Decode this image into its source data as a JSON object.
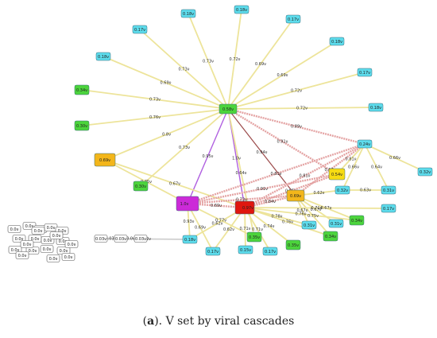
{
  "caption": {
    "prefix": "(",
    "letter": "a",
    "rest": "). V set by viral cascades"
  },
  "colors": {
    "cyan": "#5ddcec",
    "green": "#4cd43c",
    "orange": "#f3b61a",
    "yellow": "#f7dc12",
    "magenta": "#cc2ad8",
    "red": "#e0170f",
    "white": "#ffffff",
    "edge_yellow": "#ede49a",
    "edge_red": "#e4a3a3",
    "edge_dark": "#9b4a4a",
    "edge_purple": "#b060e0",
    "edge_gray": "#cfcfcf"
  },
  "nodes": [
    {
      "id": "hub",
      "label": "0.58ν",
      "color": "green"
    },
    {
      "id": "red",
      "label": "0.97ν",
      "color": "red"
    },
    {
      "id": "mag",
      "label": "1.0ν",
      "color": "magenta"
    },
    {
      "id": "or1",
      "label": "0.69ν",
      "color": "orange"
    },
    {
      "id": "or2",
      "label": "0.69ν",
      "color": "orange"
    },
    {
      "id": "ye1",
      "label": "0.54ν",
      "color": "yellow"
    },
    {
      "id": "c1",
      "label": "0.18ν",
      "color": "cyan"
    },
    {
      "id": "c2",
      "label": "0.18ν",
      "color": "cyan"
    },
    {
      "id": "c3",
      "label": "0.17ν",
      "color": "cyan"
    },
    {
      "id": "c4",
      "label": "0.17ν",
      "color": "cyan"
    },
    {
      "id": "c5",
      "label": "0.18ν",
      "color": "cyan"
    },
    {
      "id": "c6",
      "label": "0.18ν",
      "color": "cyan"
    },
    {
      "id": "c7",
      "label": "0.17ν",
      "color": "cyan"
    },
    {
      "id": "c8",
      "label": "0.18ν",
      "color": "cyan"
    },
    {
      "id": "c9",
      "label": "0.24ν",
      "color": "cyan"
    },
    {
      "id": "c10",
      "label": "0.32ν",
      "color": "cyan"
    },
    {
      "id": "c11",
      "label": "0.32ν",
      "color": "cyan"
    },
    {
      "id": "c12",
      "label": "0.31ν",
      "color": "cyan"
    },
    {
      "id": "c13",
      "label": "0.31ν",
      "color": "cyan"
    },
    {
      "id": "c14",
      "label": "0.31ν",
      "color": "cyan"
    },
    {
      "id": "c15",
      "label": "0.17ν",
      "color": "cyan"
    },
    {
      "id": "c16",
      "label": "0.17ν",
      "color": "cyan"
    },
    {
      "id": "c17",
      "label": "0.17ν",
      "color": "cyan"
    },
    {
      "id": "c18",
      "label": "0.15ν",
      "color": "cyan"
    },
    {
      "id": "c19",
      "label": "0.18ν",
      "color": "cyan"
    },
    {
      "id": "g1",
      "label": "0.34ν",
      "color": "green"
    },
    {
      "id": "g2",
      "label": "0.30ν",
      "color": "green"
    },
    {
      "id": "g3",
      "label": "0.30ν",
      "color": "green"
    },
    {
      "id": "g4",
      "label": "0.35ν",
      "color": "green"
    },
    {
      "id": "g5",
      "label": "0.35ν",
      "color": "green"
    },
    {
      "id": "g6",
      "label": "0.34ν",
      "color": "green"
    },
    {
      "id": "g7",
      "label": "0.34ν",
      "color": "green"
    },
    {
      "id": "w1",
      "label": "0.0ν",
      "color": "white"
    },
    {
      "id": "w2",
      "label": "0.03ν",
      "color": "white"
    },
    {
      "id": "w3",
      "label": "0.0ν",
      "color": "white"
    },
    {
      "id": "w4",
      "label": "0.0ν",
      "color": "white"
    },
    {
      "id": "w5",
      "label": "0.0ν",
      "color": "white"
    },
    {
      "id": "w6",
      "label": "0.0ν",
      "color": "white"
    },
    {
      "id": "w7",
      "label": "0.0ν",
      "color": "white"
    },
    {
      "id": "w8",
      "label": "0.0ν",
      "color": "white"
    },
    {
      "id": "w9",
      "label": "0.0ν",
      "color": "white"
    },
    {
      "id": "w10",
      "label": "0.0ν",
      "color": "white"
    },
    {
      "id": "w11",
      "label": "0.03ν",
      "color": "white"
    },
    {
      "id": "w12",
      "label": "0.0ν",
      "color": "white"
    },
    {
      "id": "w13",
      "label": "0.0ν",
      "color": "white"
    },
    {
      "id": "w14",
      "label": "0.0ν",
      "color": "white"
    },
    {
      "id": "w15",
      "label": "0.0ν",
      "color": "white"
    },
    {
      "id": "w16",
      "label": "0.03ν",
      "color": "white"
    },
    {
      "id": "w17",
      "label": "0.0ν",
      "color": "white"
    },
    {
      "id": "w18",
      "label": "0.0ν",
      "color": "white"
    },
    {
      "id": "w19",
      "label": "0.0ν",
      "color": "white"
    },
    {
      "id": "w20",
      "label": "0.0ν",
      "color": "white"
    },
    {
      "id": "w21",
      "label": "0.0ν",
      "color": "white"
    },
    {
      "id": "w22",
      "label": "0.0ν",
      "color": "white"
    },
    {
      "id": "w23",
      "label": "0.0ν",
      "color": "white"
    }
  ],
  "edges": [
    {
      "from": "hub",
      "to": "c1",
      "label": "0.73ν",
      "color": "edge_yellow"
    },
    {
      "from": "hub",
      "to": "c2",
      "label": "0.72ν",
      "color": "edge_yellow"
    },
    {
      "from": "hub",
      "to": "c3",
      "label": "0.69ν",
      "color": "edge_yellow"
    },
    {
      "from": "hub",
      "to": "c5",
      "label": "0.69ν",
      "color": "edge_yellow"
    },
    {
      "from": "hub",
      "to": "c4",
      "label": "0.73ν",
      "color": "edge_yellow"
    },
    {
      "from": "hub",
      "to": "c6",
      "label": "0.69ν",
      "color": "edge_yellow"
    },
    {
      "from": "hub",
      "to": "c7",
      "label": "0.72ν",
      "color": "edge_yellow"
    },
    {
      "from": "hub",
      "to": "g1",
      "label": "0.73ν",
      "color": "edge_yellow"
    },
    {
      "from": "hub",
      "to": "c8",
      "label": "0.72ν",
      "color": "edge_yellow"
    },
    {
      "from": "hub",
      "to": "g2",
      "label": "0.76ν",
      "color": "edge_yellow"
    },
    {
      "from": "hub",
      "to": "g3",
      "label": "0.73ν",
      "color": "edge_yellow"
    },
    {
      "from": "hub",
      "to": "c9",
      "label": "0.89ν",
      "color": "edge_red"
    },
    {
      "from": "hub",
      "to": "or1",
      "label": "0.8ν",
      "color": "edge_yellow"
    },
    {
      "from": "hub",
      "to": "mag",
      "label": "0.95ν",
      "color": "edge_purple"
    },
    {
      "from": "hub",
      "to": "red",
      "label": "1.0ν",
      "color": "edge_purple"
    },
    {
      "from": "hub",
      "to": "or2",
      "label": "0.94ν",
      "color": "edge_dark"
    },
    {
      "from": "hub",
      "to": "ye1",
      "label": "0.91ν",
      "color": "edge_red"
    },
    {
      "from": "hub",
      "to": "g4",
      "label": "0.64ν",
      "color": "edge_yellow"
    },
    {
      "from": "or1",
      "to": "mag",
      "label": "0.75ν",
      "color": "edge_yellow"
    },
    {
      "from": "or1",
      "to": "red",
      "label": "0.67ν",
      "color": "edge_yellow"
    },
    {
      "from": "g4",
      "to": "mag",
      "label": "0.77ν",
      "color": "edge_yellow"
    },
    {
      "from": "mag",
      "to": "red",
      "label": "0.69ν",
      "color": "edge_red"
    },
    {
      "from": "mag",
      "to": "or2",
      "label": "0.73ν",
      "color": "edge_red"
    },
    {
      "from": "mag",
      "to": "ye1",
      "label": "0.91ν",
      "color": "edge_red"
    },
    {
      "from": "mag",
      "to": "c9",
      "label": "0.81ν",
      "color": "edge_red"
    },
    {
      "from": "red",
      "to": "or2",
      "label": "0.84ν",
      "color": "edge_red"
    },
    {
      "from": "red",
      "to": "ye1",
      "label": "0.65ν",
      "color": "edge_red"
    },
    {
      "from": "red",
      "to": "c9",
      "label": "0.81ν",
      "color": "edge_red"
    },
    {
      "from": "or2",
      "to": "c9",
      "label": "0.66ν",
      "color": "edge_red"
    },
    {
      "from": "ye1",
      "to": "c9",
      "label": "0.81ν",
      "color": "edge_yellow"
    },
    {
      "from": "c9",
      "to": "c10",
      "label": "0.66ν",
      "color": "edge_yellow"
    },
    {
      "from": "c9",
      "to": "c12",
      "label": "0.64ν",
      "color": "edge_yellow"
    },
    {
      "from": "c9",
      "to": "c11",
      "label": "0.66ν",
      "color": "edge_yellow"
    },
    {
      "from": "c11",
      "to": "c12",
      "label": "0.63ν",
      "color": "edge_yellow"
    },
    {
      "from": "or2",
      "to": "c11",
      "label": "0.62ν",
      "color": "edge_yellow"
    },
    {
      "from": "or2",
      "to": "c13",
      "label": "0.67ν",
      "color": "edge_yellow"
    },
    {
      "from": "or2",
      "to": "c14",
      "label": "0.67ν",
      "color": "edge_yellow"
    },
    {
      "from": "or2",
      "to": "g6",
      "label": "0.75ν",
      "color": "edge_yellow"
    },
    {
      "from": "or2",
      "to": "g7",
      "label": "0.67ν",
      "color": "edge_yellow"
    },
    {
      "from": "red",
      "to": "g5",
      "label": "0.74ν",
      "color": "edge_yellow"
    },
    {
      "from": "red",
      "to": "c15",
      "label": "0.71ν",
      "color": "edge_yellow"
    },
    {
      "from": "red",
      "to": "c16",
      "label": "0.62ν",
      "color": "edge_yellow"
    },
    {
      "from": "red",
      "to": "c17",
      "label": "0.71ν",
      "color": "edge_yellow"
    },
    {
      "from": "red",
      "to": "c18",
      "label": "0.71ν",
      "color": "edge_yellow"
    },
    {
      "from": "red",
      "to": "c19",
      "label": "0.62ν",
      "color": "edge_yellow"
    },
    {
      "from": "red",
      "to": "c13",
      "label": "0.78ν",
      "color": "edge_yellow"
    },
    {
      "from": "red",
      "to": "g6",
      "label": "0.76ν",
      "color": "edge_yellow"
    },
    {
      "from": "red",
      "to": "g7",
      "label": "0.76ν",
      "color": "edge_yellow"
    },
    {
      "from": "mag",
      "to": "c19",
      "label": "0.93ν",
      "color": "edge_yellow"
    },
    {
      "from": "mag",
      "to": "c16",
      "label": "0.69ν",
      "color": "edge_yellow"
    },
    {
      "from": "c19",
      "to": "w2",
      "label": "0.12ν",
      "color": "edge_gray"
    },
    {
      "from": "w2",
      "to": "w11",
      "label": "0.03ν",
      "color": "edge_gray"
    },
    {
      "from": "w11",
      "to": "w16",
      "label": "0.0ν",
      "color": "edge_gray"
    }
  ]
}
